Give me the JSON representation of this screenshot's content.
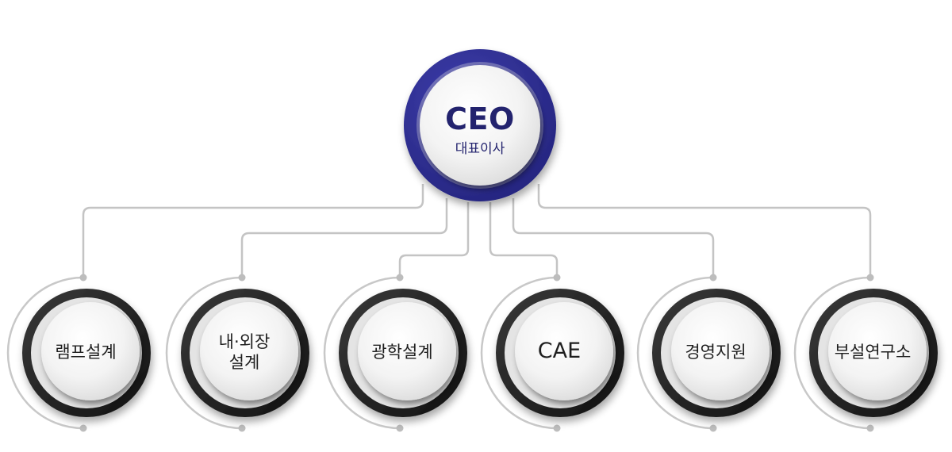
{
  "ceo": {
    "title": "CEO",
    "subtitle": "대표이사"
  },
  "departments": [
    {
      "lines": [
        "램프설계"
      ]
    },
    {
      "lines": [
        "내·외장",
        "설계"
      ]
    },
    {
      "lines": [
        "광학설계"
      ]
    },
    {
      "lines": [
        "CAE"
      ]
    },
    {
      "lines": [
        "경영지원"
      ]
    },
    {
      "lines": [
        "부설연구소"
      ]
    }
  ],
  "colors": {
    "ceo_ring": "#2e2e96",
    "ceo_text": "#23236e",
    "dept_ring": "#262626",
    "node_face": "#f2f2f2",
    "connector": "#c4c4c4",
    "text": "#1f1f1f"
  }
}
